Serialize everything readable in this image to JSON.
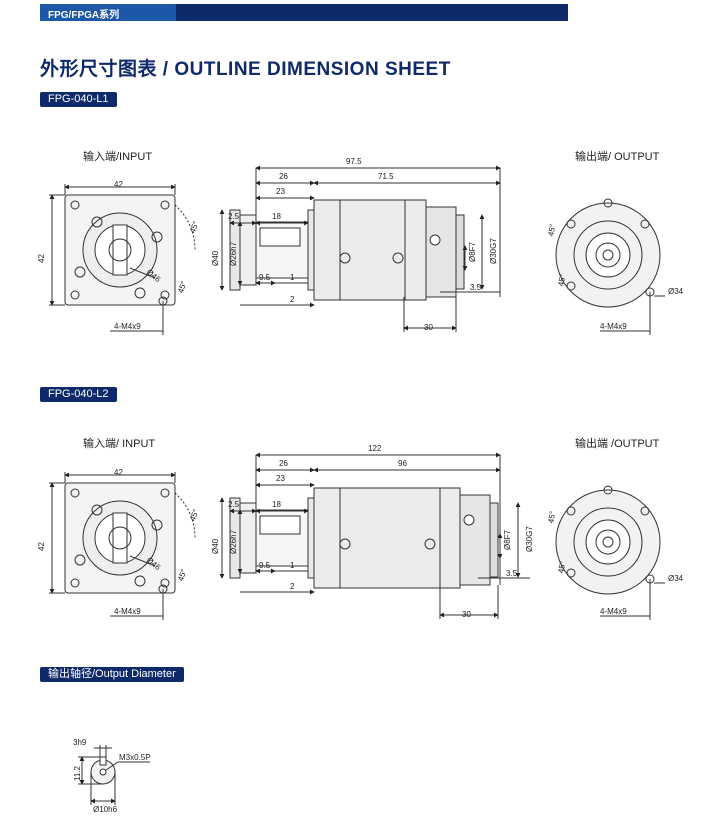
{
  "header": {
    "series_label": "FPG/FPGA系列"
  },
  "page_title": "外形尺寸图表 / OUTLINE DIMENSION SHEET",
  "sections": [
    {
      "model": "FPG-040-L1",
      "input_label": "输入端/INPUT",
      "output_label": "输出端/ OUTPUT",
      "dims": {
        "in_width": "42",
        "in_height": "42",
        "in_bolt": "4-M4x9",
        "in_pcd": "Ø46",
        "in_angle": "45°",
        "total_len": "97.5",
        "body_len": "71.5",
        "flange_26": "26",
        "flange_23": "23",
        "flange_18": "18",
        "flange_25": "2.5",
        "d40": "Ø40",
        "d26": "Ø26h7",
        "v95": "9.5",
        "v1": "1",
        "v2": "2",
        "shaft_30": "30",
        "d8": "Ø8F7",
        "d30": "Ø30G7",
        "v35": "3.5",
        "out_angle1": "45°",
        "out_angle2": "45°",
        "out_pcd": "Ø34",
        "out_bolt": "4-M4x9"
      }
    },
    {
      "model": "FPG-040-L2",
      "input_label": "输入端/ INPUT",
      "output_label": "输出端 /OUTPUT",
      "dims": {
        "in_width": "42",
        "in_height": "42",
        "in_bolt": "4-M4x9",
        "in_pcd": "Ø46",
        "in_angle": "45°",
        "total_len": "122",
        "body_len": "96",
        "flange_26": "26",
        "flange_23": "23",
        "flange_18": "18",
        "flange_25": "2.5",
        "d40": "Ø40",
        "d26": "Ø26h7",
        "v95": "9.5",
        "v1": "1",
        "v2": "2",
        "shaft_30": "30",
        "d8": "Ø8F7",
        "d30": "Ø30G7",
        "v35": "3.5",
        "out_angle1": "45°",
        "out_angle2": "45°",
        "out_pcd": "Ø34",
        "out_bolt": "4-M4x9"
      }
    }
  ],
  "output_diameter": {
    "label": "输出轴径/Output Diameter",
    "key_width": "3h9",
    "height": "11.2",
    "thread": "M3x0.5P",
    "diameter": "Ø10h6"
  }
}
